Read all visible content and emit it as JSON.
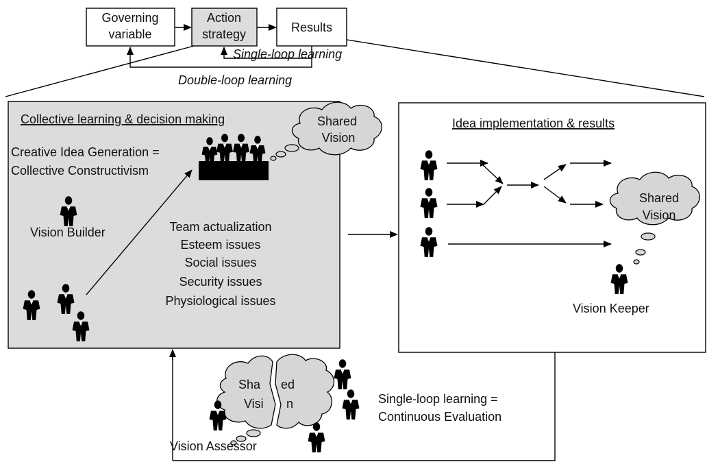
{
  "top": {
    "governing": [
      "Governing",
      "variable"
    ],
    "action": [
      "Action",
      "strategy"
    ],
    "results": "Results",
    "single_loop": "Single-loop learning",
    "double_loop": "Double-loop learning"
  },
  "collective": {
    "title": "Collective learning & decision making",
    "creative_1": "Creative Idea Generation =",
    "creative_2": "Collective Constructivism",
    "vision_builder": "Vision Builder",
    "needs": [
      "Team actualization",
      "Esteem issues",
      "Social issues",
      "Security issues",
      "Physiological issues"
    ],
    "cloud_1": "Shared",
    "cloud_2": "Vision"
  },
  "implementation": {
    "title": "Idea implementation & results",
    "cloud_1": "Shared",
    "cloud_2": "Vision",
    "vision_keeper": "Vision Keeper"
  },
  "assessment": {
    "cloud_left_1": "Sha",
    "cloud_left_2": "Visi",
    "cloud_right_1": "ed",
    "cloud_right_2": "n",
    "vision_assessor": "Vision Assessor",
    "eval_1": "Single-loop learning =",
    "eval_2": "Continuous Evaluation"
  },
  "colors": {
    "panel_fill": "#dcdcdc",
    "action_fill": "#dcdcdc",
    "cloud_fill": "#d6d6d6",
    "ink": "#000000"
  }
}
